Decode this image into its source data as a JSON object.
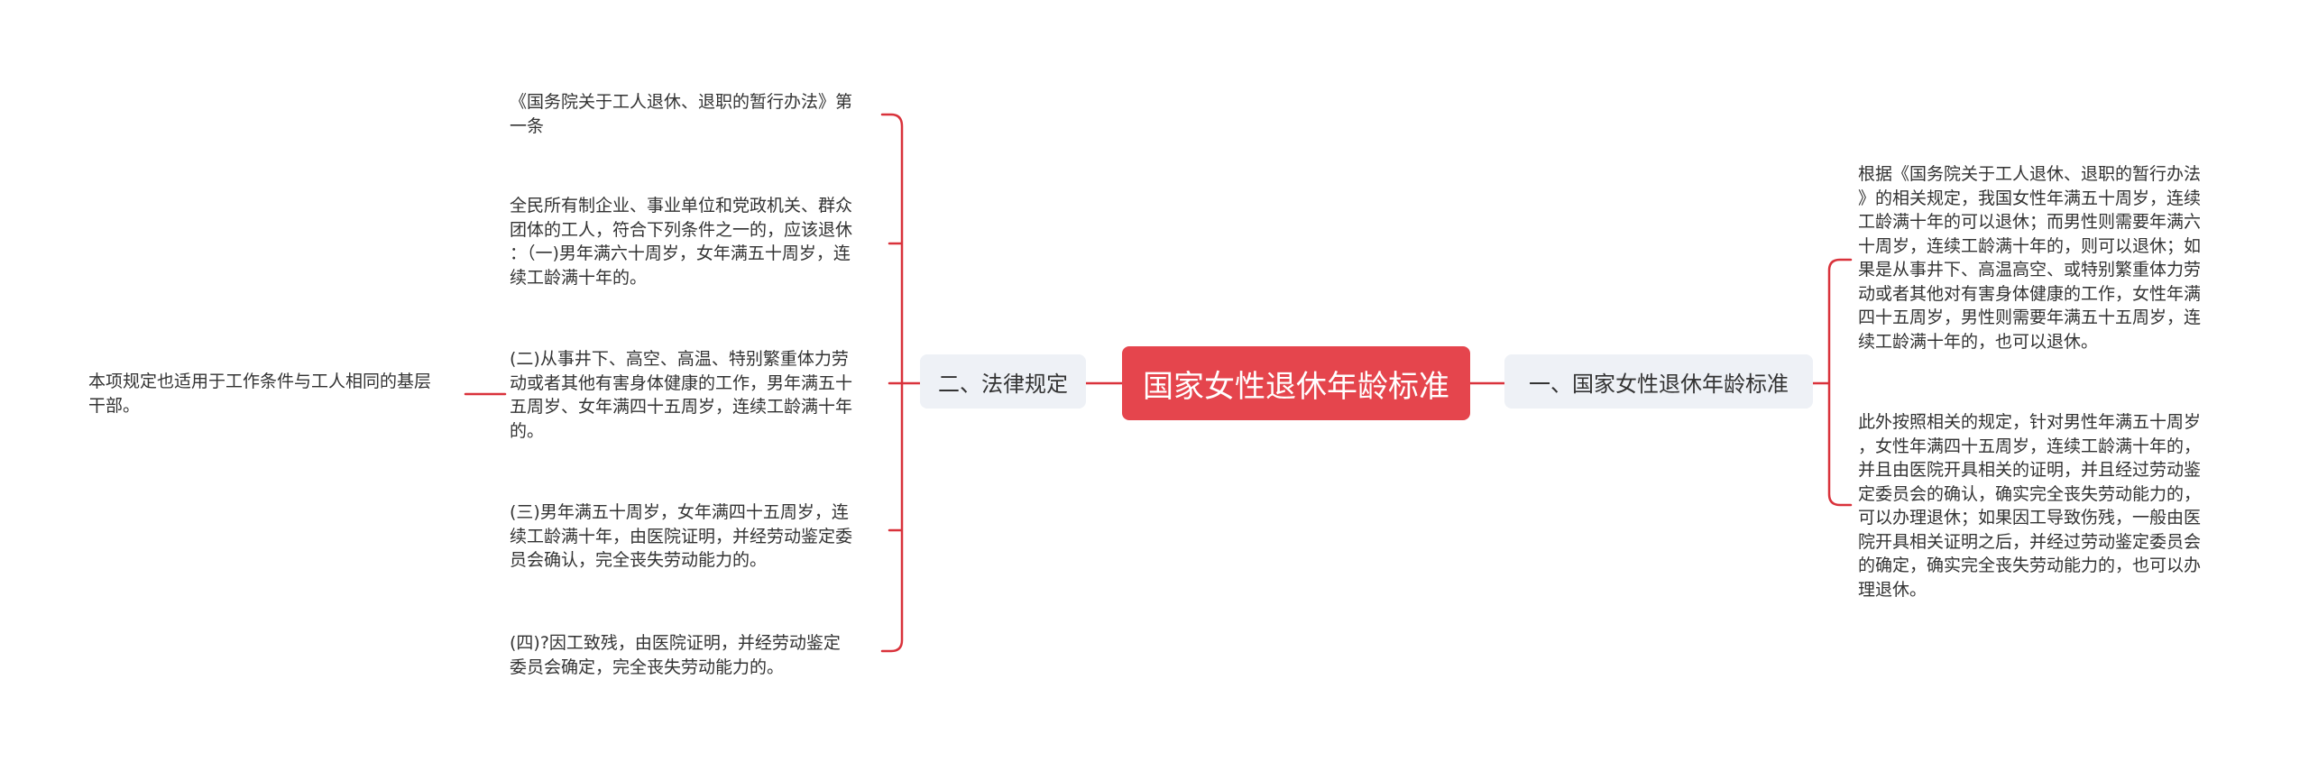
{
  "root": {
    "title": "国家女性退休年龄标准"
  },
  "right_branch": {
    "title": "一、国家女性退休年龄标准",
    "items": [
      {
        "lines": [
          "根据《国务院关于工人退休、退职的暂行办法",
          "》的相关规定，我国女性年满五十周岁，连续",
          "工龄满十年的可以退休；而男性则需要年满六",
          "十周岁，连续工龄满十年的，则可以退休；如",
          "果是从事井下、高温高空、或特别繁重体力劳",
          "动或者其他对有害身体健康的工作，女性年满",
          "四十五周岁，男性则需要年满五十五周岁，连",
          "续工龄满十年的，也可以退休。"
        ]
      },
      {
        "lines": [
          "此外按照相关的规定，针对男性年满五十周岁",
          "，女性年满四十五周岁，连续工龄满十年的，",
          "并且由医院开具相关的证明，并且经过劳动鉴",
          "定委员会的确认，确实完全丧失劳动能力的，",
          "可以办理退休；如果因工导致伤残，一般由医",
          "院开具相关证明之后，并经过劳动鉴定委员会",
          "的确定，确实完全丧失劳动能力的，也可以办",
          "理退休。"
        ]
      }
    ]
  },
  "left_branch": {
    "title": "二、法律规定",
    "items": [
      {
        "lines": [
          "《国务院关于工人退休、退职的暂行办法》第",
          "一条"
        ]
      },
      {
        "lines": [
          "全民所有制企业、事业单位和党政机关、群众",
          "团体的工人，符合下列条件之一的，应该退休",
          "：（一)男年满六十周岁，女年满五十周岁，连",
          "续工龄满十年的。"
        ]
      },
      {
        "lines": [
          "(二)从事井下、高空、高温、特别繁重体力劳",
          "动或者其他有害身体健康的工作，男年满五十",
          "五周岁、女年满四十五周岁，连续工龄满十年",
          "的。"
        ],
        "child": {
          "lines": [
            "本项规定也适用于工作条件与工人相同的基层",
            "干部。"
          ]
        }
      },
      {
        "lines": [
          "(三)男年满五十周岁，女年满四十五周岁，连",
          "续工龄满十年，由医院证明，并经劳动鉴定委",
          "员会确认，完全丧失劳动能力的。"
        ]
      },
      {
        "lines": [
          "(四)?因工致残，由医院证明，并经劳动鉴定",
          "委员会确定，完全丧失劳动能力的。"
        ]
      }
    ]
  },
  "colors": {
    "root_bg": "#e5454d",
    "branch_bg": "#eef1f6",
    "connector": "#d9323b",
    "text": "#333333"
  }
}
